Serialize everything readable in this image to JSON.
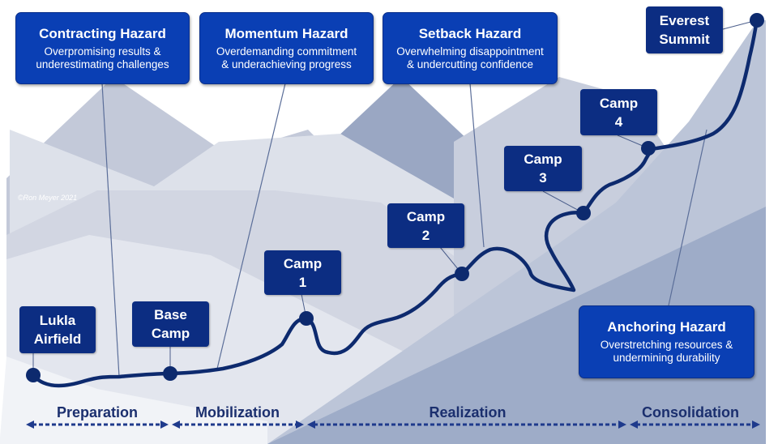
{
  "hazards": {
    "contracting": {
      "title": "Contracting Hazard",
      "line1": "Overpromising results &",
      "line2": "underestimating challenges"
    },
    "momentum": {
      "title": "Momentum Hazard",
      "line1": "Overdemanding commitment",
      "line2": "& underachieving progress"
    },
    "setback": {
      "title": "Setback Hazard",
      "line1": "Overwhelming disappointment",
      "line2": "& undercutting confidence"
    },
    "anchoring": {
      "title": "Anchoring Hazard",
      "line1": "Overstretching resources &",
      "line2": "undermining durability"
    }
  },
  "stops": {
    "lukla": {
      "line1": "Lukla",
      "line2": "Airfield"
    },
    "base": {
      "line1": "Base",
      "line2": "Camp"
    },
    "camp1": {
      "line1": "Camp",
      "line2": "1"
    },
    "camp2": {
      "line1": "Camp",
      "line2": "2"
    },
    "camp3": {
      "line1": "Camp",
      "line2": "3"
    },
    "camp4": {
      "line1": "Camp",
      "line2": "4"
    },
    "summit": {
      "line1": "Everest",
      "line2": "Summit"
    }
  },
  "phases": {
    "preparation": "Preparation",
    "mobilization": "Mobilization",
    "realization": "Realization",
    "consolidation": "Consolidation"
  },
  "copyright": "©Ron Meyer 2021",
  "colors": {
    "hazard_box": "#0a3fb4",
    "camp_box": "#0c2d82",
    "route": "#0d2a6e",
    "phase_text": "#1b2f6e"
  }
}
